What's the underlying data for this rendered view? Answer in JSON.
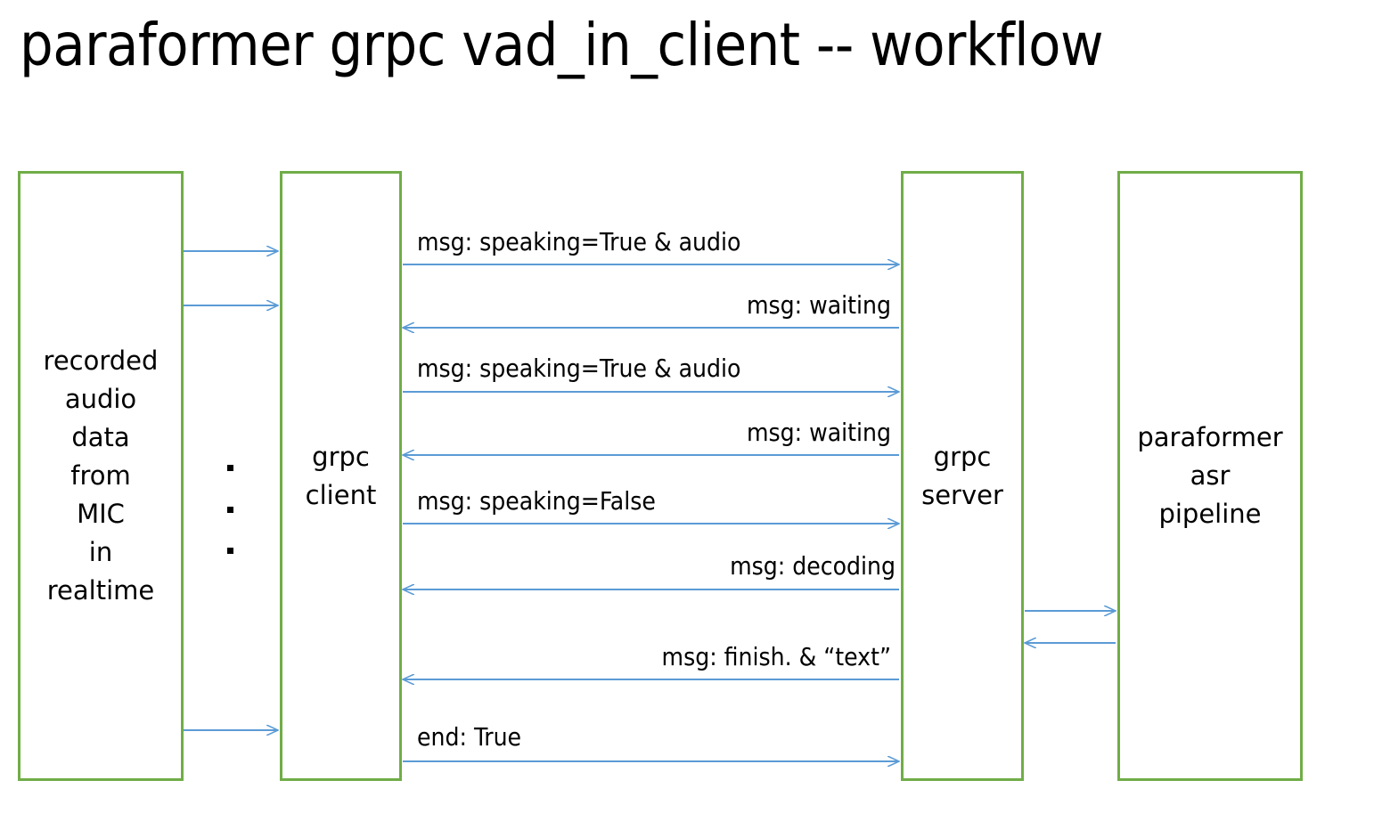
{
  "diagram": {
    "title": "paraformer grpc vad_in_client -- workflow",
    "colors": {
      "box_border": "#70ad47",
      "arrow": "#5b9bd5",
      "text": "#000000",
      "background": "#ffffff"
    },
    "lifelines": [
      {
        "id": "mic",
        "label": "recorded\naudio\ndata\nfrom\nMIC\nin\nrealtime"
      },
      {
        "id": "client",
        "label": "grpc\nclient"
      },
      {
        "id": "server",
        "label": "grpc\nserver"
      },
      {
        "id": "pipeline",
        "label": "paraformer\nasr\npipeline"
      }
    ],
    "ellipsis": {
      "dots": [
        "·",
        "·",
        "·"
      ]
    },
    "messages": [
      {
        "id": "m1",
        "label": "",
        "from": "mic",
        "to": "client",
        "direction": "right"
      },
      {
        "id": "m2",
        "label": "",
        "from": "mic",
        "to": "client",
        "direction": "right"
      },
      {
        "id": "m3",
        "label": "msg: speaking=True & audio",
        "from": "client",
        "to": "server",
        "direction": "right",
        "align": "left"
      },
      {
        "id": "m4",
        "label": "msg: waiting",
        "from": "server",
        "to": "client",
        "direction": "left",
        "align": "right"
      },
      {
        "id": "m5",
        "label": "msg: speaking=True & audio",
        "from": "client",
        "to": "server",
        "direction": "right",
        "align": "left"
      },
      {
        "id": "m6",
        "label": "msg: waiting",
        "from": "server",
        "to": "client",
        "direction": "left",
        "align": "right"
      },
      {
        "id": "m7",
        "label": "msg: speaking=False",
        "from": "client",
        "to": "server",
        "direction": "right",
        "align": "left"
      },
      {
        "id": "m8",
        "label": "msg: decoding",
        "from": "server",
        "to": "client",
        "direction": "left",
        "align": "right"
      },
      {
        "id": "m9",
        "label": "",
        "from": "server",
        "to": "pipeline",
        "direction": "right"
      },
      {
        "id": "m10",
        "label": "",
        "from": "pipeline",
        "to": "server",
        "direction": "left"
      },
      {
        "id": "m11",
        "label": "msg: finish. &  “text”",
        "from": "server",
        "to": "client",
        "direction": "left",
        "align": "right"
      },
      {
        "id": "m12",
        "label": "",
        "from": "mic",
        "to": "client",
        "direction": "right"
      },
      {
        "id": "m13",
        "label": "end: True",
        "from": "client",
        "to": "server",
        "direction": "right",
        "align": "left"
      }
    ]
  }
}
